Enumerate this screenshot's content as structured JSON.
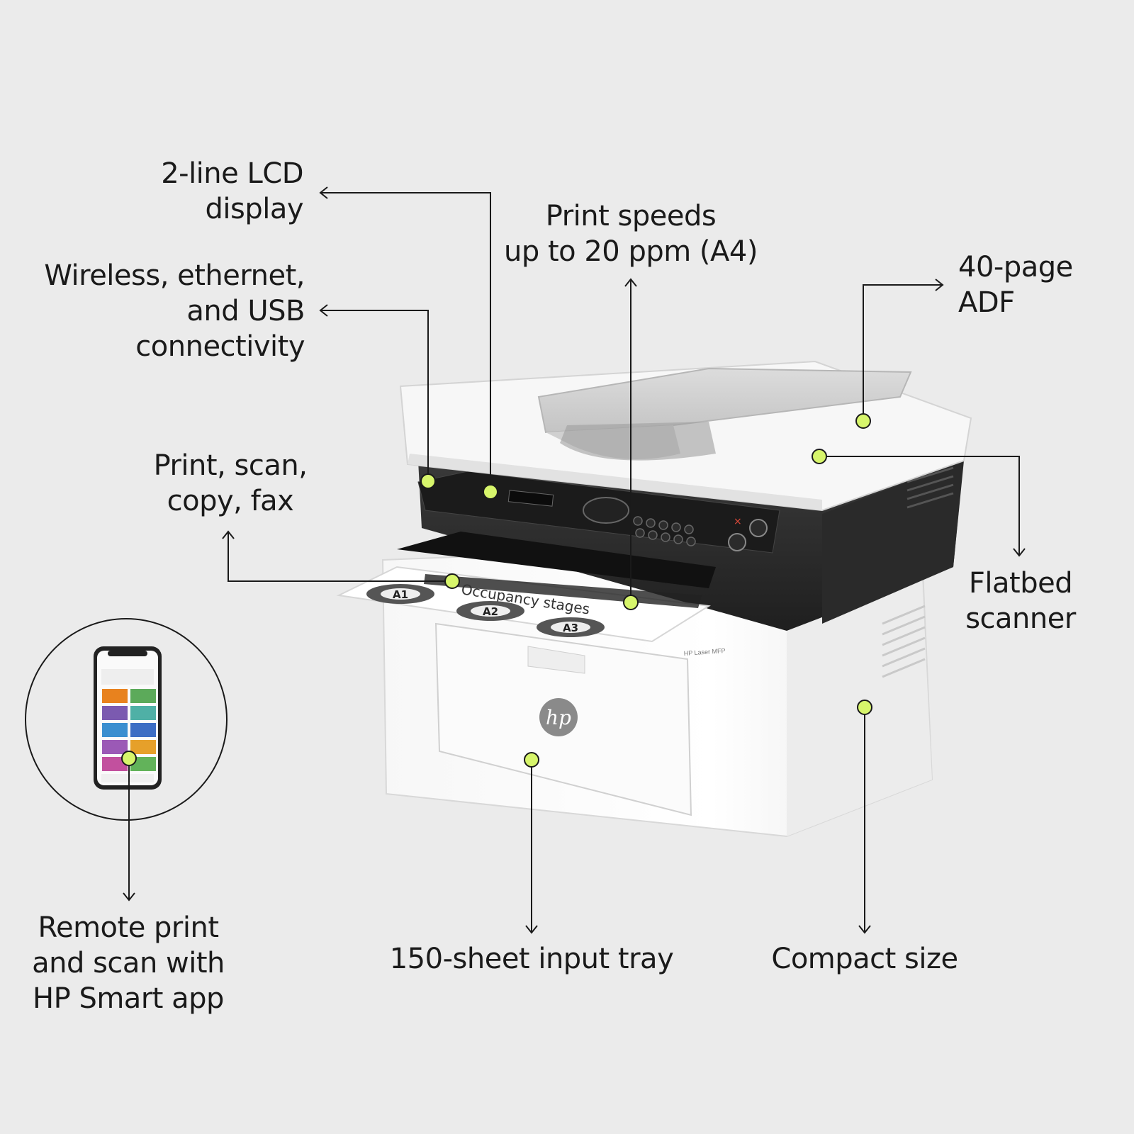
{
  "callouts": {
    "lcd": "2-line LCD\ndisplay",
    "connectivity": "Wireless, ethernet,\nand USB\nconnectivity",
    "functions": "Print, scan,\ncopy, fax",
    "speed": "Print speeds\nup to 20 ppm (A4)",
    "adf": "40-page\nADF",
    "scanner": "Flatbed\nscanner",
    "remote": "Remote print\nand scan with\nHP Smart app",
    "tray": "150-sheet input tray",
    "compact": "Compact size"
  },
  "printer": {
    "model_label": "HP Laser MFP",
    "brand_logo": "hp",
    "paper_title": "Occupancy stages",
    "paper_badges": [
      "A1",
      "A2",
      "A3"
    ]
  },
  "colors": {
    "background": "#ebebeb",
    "marker": "#d7f56b",
    "line": "#1a1a1a",
    "printer_dark": "#2d2d2d",
    "printer_body": "#fafafa"
  },
  "icons": {
    "marker": "green-dot",
    "arrow": "arrow-head",
    "phone": "smartphone-icon",
    "logo": "hp-logo"
  }
}
